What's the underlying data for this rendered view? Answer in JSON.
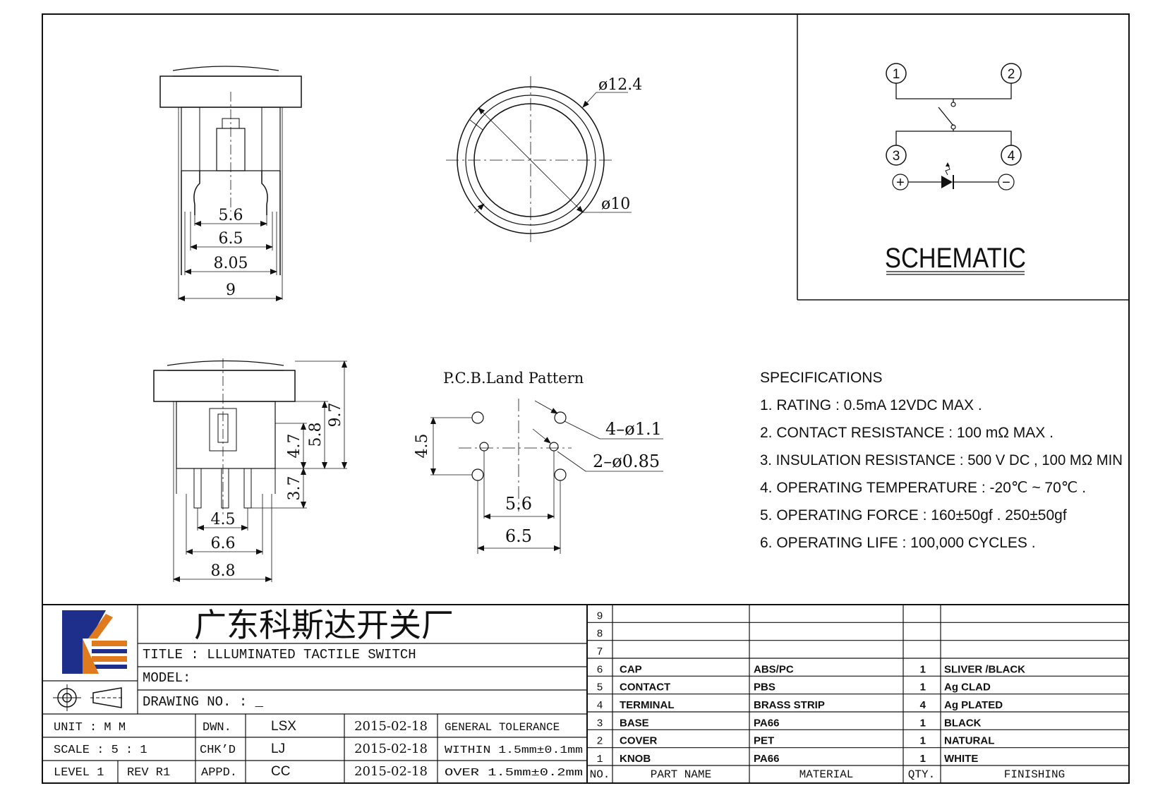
{
  "views": {
    "front": {
      "dims": [
        "5.6",
        "6.5",
        "8.05",
        "9"
      ]
    },
    "top": {
      "dims": [
        "ø12.4",
        "ø10"
      ]
    },
    "side": {
      "dims": [
        "4.7",
        "5.8",
        "9.7",
        "3.7",
        "4.5",
        "6.6",
        "8.8"
      ]
    },
    "pcb": {
      "title": "P.C.B.Land Pattern",
      "dims": [
        "4.5",
        "4–ø1.1",
        "2–ø0.85",
        "5.6",
        "6.5"
      ]
    }
  },
  "schematic": {
    "label": "SCHEMATIC",
    "pins": [
      "1",
      "2",
      "3",
      "4"
    ],
    "plus": "+",
    "minus": "−"
  },
  "specifications": {
    "heading": "SPECIFICATIONS",
    "items": [
      "1. RATING : 0.5mA 12VDC MAX .",
      "2. CONTACT RESISTANCE : 100 mΩ MAX .",
      "3. INSULATION RESISTANCE : 500 V DC , 100 MΩ MIN",
      "4. OPERATING TEMPERATURE : -20℃ ~ 70℃ .",
      "5. OPERATING FORCE : 160±50gf . 250±50gf",
      "6. OPERATING LIFE : 100,000 CYCLES ."
    ]
  },
  "title_block": {
    "company": "广东科斯达开关厂",
    "title": "TITLE :   LLLUMINATED TACTILE SWITCH",
    "model": "MODEL:",
    "drawing_no": "DRAWING NO.  : _",
    "unit_label": "UNIT   :   M M",
    "scale_label": "SCALE  :  5 : 1",
    "level": "LEVEL 1",
    "rev": "REV  R1",
    "dwn": "DWN.",
    "chkd": "CHK’D",
    "appd": "APPD.",
    "dwn_name": "LSX",
    "chkd_name": "LJ",
    "appd_name": "CC",
    "dwn_date": "2015-02-18",
    "chkd_date": "2015-02-18",
    "appd_date": "2015-02-18",
    "tol_general": "GENERAL TOLERANCE",
    "tol_within": "WITHIN 1.5mm±0.1mm",
    "tol_over": "OVER   1.5mm±0.2mm"
  },
  "bom": {
    "headers": {
      "no": "NO.",
      "part": "PART  NAME",
      "material": "MATERIAL",
      "qty": "QTY.",
      "finish": "FINISHING"
    },
    "rows": [
      {
        "no": "9",
        "part": "",
        "material": "",
        "qty": "",
        "finish": ""
      },
      {
        "no": "8",
        "part": "",
        "material": "",
        "qty": "",
        "finish": ""
      },
      {
        "no": "7",
        "part": "",
        "material": "",
        "qty": "",
        "finish": ""
      },
      {
        "no": "6",
        "part": "CAP",
        "material": "ABS/PC",
        "qty": "1",
        "finish": "SLIVER /BLACK"
      },
      {
        "no": "5",
        "part": "CONTACT",
        "material": "PBS",
        "qty": "1",
        "finish": "Ag CLAD"
      },
      {
        "no": "4",
        "part": "TERMINAL",
        "material": "BRASS STRIP",
        "qty": "4",
        "finish": "Ag PLATED"
      },
      {
        "no": "3",
        "part": "BASE",
        "material": "PA66",
        "qty": "1",
        "finish": "BLACK"
      },
      {
        "no": "2",
        "part": "COVER",
        "material": "PET",
        "qty": "1",
        "finish": "NATURAL"
      },
      {
        "no": "1",
        "part": "KNOB",
        "material": "PA66",
        "qty": "1",
        "finish": "WHITE"
      }
    ]
  }
}
